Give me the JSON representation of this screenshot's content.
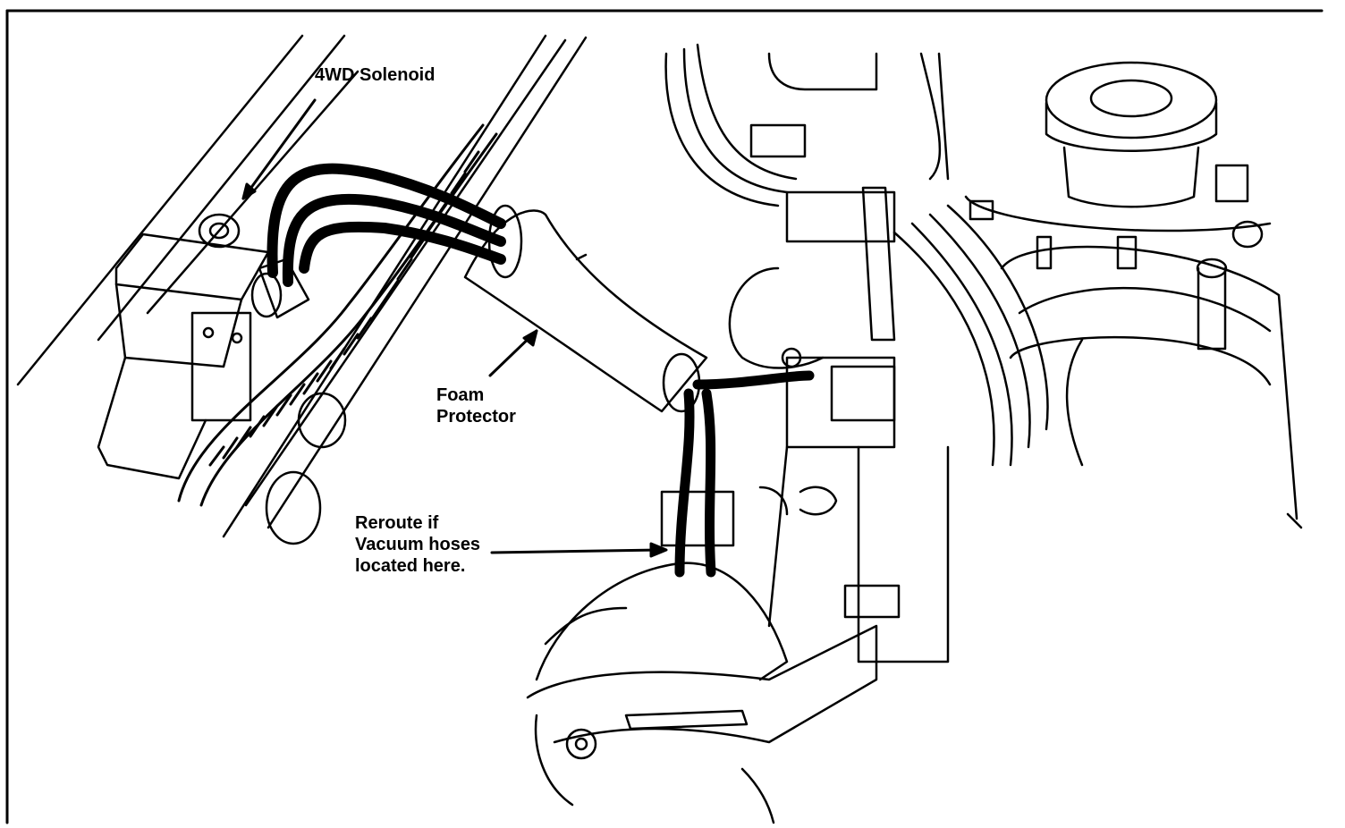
{
  "figure": {
    "ink_color": "#000000",
    "paper_color": "#ffffff",
    "labels": {
      "solenoid": "4WD Solenoid",
      "foam_line1": "Foam",
      "foam_line2": "Protector",
      "reroute_line1": "Reroute if",
      "reroute_line2": "Vacuum hoses",
      "reroute_line3": "located here."
    }
  }
}
